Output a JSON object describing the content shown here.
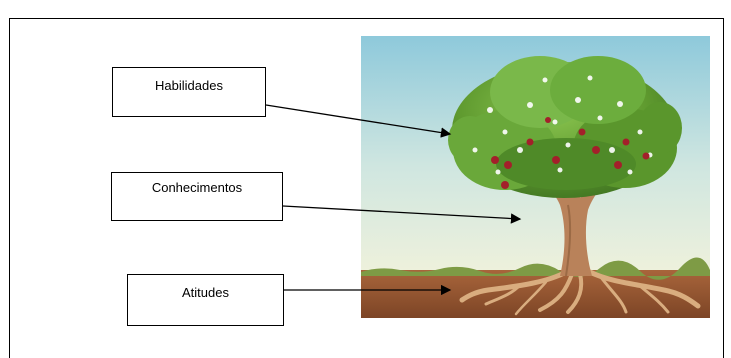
{
  "diagram": {
    "labels": [
      {
        "id": "habilidades",
        "text": "Habilidades"
      },
      {
        "id": "conhecimentos",
        "text": "Conhecimentos"
      },
      {
        "id": "atitudes",
        "text": "Atitudes"
      }
    ],
    "colors": {
      "sky_top": "#8ec9db",
      "sky_bottom": "#eef1dc",
      "soil": "#9a5a34",
      "grass": "#7e9b45",
      "trunk": "#b9825a",
      "foliage": "#5f9a2f",
      "fruit": "#a3202a",
      "blossom": "#ffffff"
    },
    "icons": [
      "tree-illustration",
      "arrow-icon"
    ]
  }
}
